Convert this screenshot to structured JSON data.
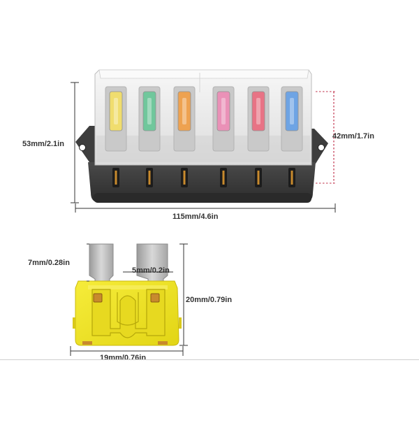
{
  "dimensions": {
    "box_height": "53mm/2.1in",
    "cover_height": "42mm/1.7in",
    "box_length": "115mm/4.6in",
    "blade_length": "7mm/0.28in",
    "blade_gap": "5mm/0.2in",
    "fuse_height": "20mm/0.79in",
    "fuse_width": "19mm/0.76in"
  },
  "fuse_colors": [
    "#f3df6a",
    "#6cc79a",
    "#f0a04a",
    "#ec8fb7",
    "#ea6f82",
    "#6aa3e6"
  ],
  "colors": {
    "base": "#3a3a3a",
    "cover": "#ececec",
    "dimension_line": "#333333",
    "dashed_marker": "#c0304a",
    "fuse_body": "#f1e61e",
    "terminal": "#c88a2d",
    "blade": "#b8b8b8"
  }
}
